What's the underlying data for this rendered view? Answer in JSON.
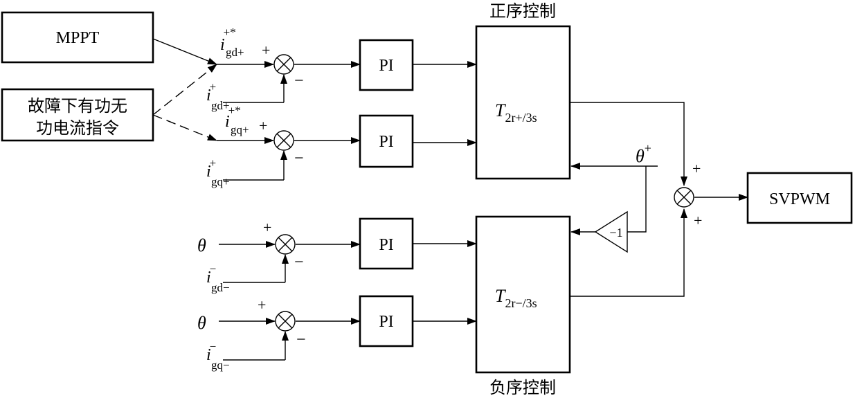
{
  "blocks": {
    "mppt": "MPPT",
    "fault_cmd_line1": "故障下有功无",
    "fault_cmd_line2": "功电流指令",
    "pi": "PI",
    "svpwm": "SVPWM",
    "gain": "−1"
  },
  "headers": {
    "positive": "正序控制",
    "negative": "负序控制"
  },
  "transforms": {
    "positive": {
      "main": "T",
      "sub": "2r+/3s"
    },
    "negative": {
      "main": "T",
      "sub": "2r−/3s"
    }
  },
  "signals": {
    "igd_ref": {
      "main": "i",
      "sub": "gd+",
      "sup": "+*"
    },
    "igd_fb": {
      "main": "i",
      "sub": "gd+",
      "sup": "+"
    },
    "igq_ref": {
      "main": "i",
      "sub": "gq+",
      "sup": "+*"
    },
    "igq_fb": {
      "main": "i",
      "sub": "gq+",
      "sup": "+"
    },
    "igd_neg": {
      "main": "i",
      "sub": "gd−",
      "sup": "−"
    },
    "igq_neg": {
      "main": "i",
      "sub": "gq−",
      "sup": "−"
    },
    "theta_plus": {
      "main": "θ",
      "sup": "+"
    },
    "theta": "θ"
  },
  "signs": {
    "plus": "+",
    "minus": "−"
  }
}
